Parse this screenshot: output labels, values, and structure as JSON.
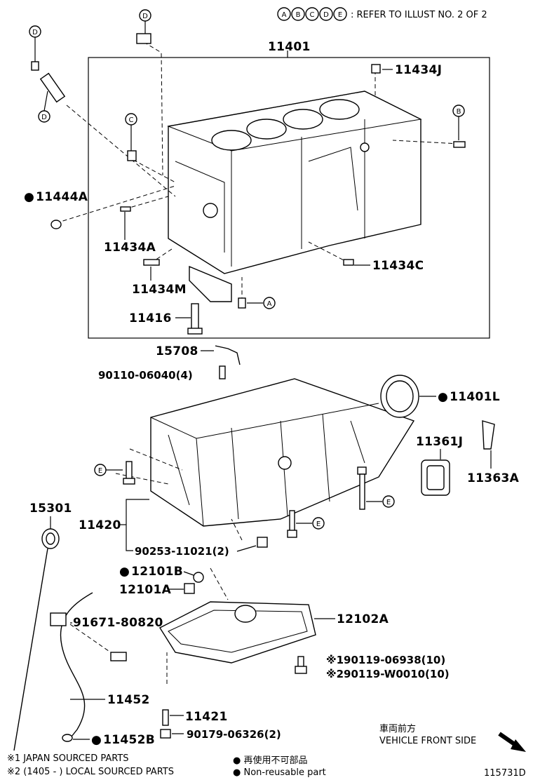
{
  "header": {
    "ref_letters": [
      "A",
      "B",
      "C",
      "D",
      "E"
    ],
    "ref_text": ": REFER TO ILLUST NO. 2 OF 2"
  },
  "parts": {
    "p11401": "11401",
    "p11434J": "11434J",
    "p11444A": "11444A",
    "p11434A": "11434A",
    "p11434C": "11434C",
    "p11434M": "11434M",
    "p11416": "11416",
    "p15708": "15708",
    "p90110": "90110-06040(4)",
    "p11401L": "11401L",
    "p11361J": "11361J",
    "p11363A": "11363A",
    "p15301": "15301",
    "p11420": "11420",
    "p90253": "90253-11021(2)",
    "p12101B": "12101B",
    "p12101A": "12101A",
    "p91671": "91671-80820",
    "p12102A": "12102A",
    "p90119a": "90119-06938(10)",
    "p90119b": "90119-W0010(10)",
    "p11452": "11452",
    "p11421": "11421",
    "p90179": "90179-06326(2)",
    "p11452B": "11452B"
  },
  "markers": {
    "mark1": "※1",
    "mark2": "※2",
    "dot": "●"
  },
  "callouts": {
    "D": "D",
    "C": "C",
    "B": "B",
    "A": "A",
    "E": "E"
  },
  "orientation": {
    "jp": "車両前方",
    "en": "VEHICLE FRONT SIDE"
  },
  "footer": {
    "note1": "※1 JAPAN SOURCED PARTS",
    "note2": "※2 (1405 -        ) LOCAL SOURCED PARTS",
    "legend_jp": "● 再使用不可部品",
    "legend_en": "● Non-reusable part",
    "illus_id": "115731D"
  }
}
